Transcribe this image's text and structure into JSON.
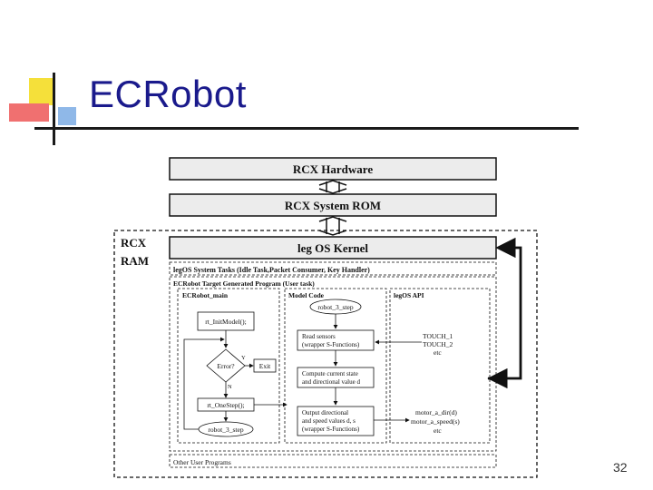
{
  "slide": {
    "title": "ECRobot",
    "slide_number": "32"
  },
  "diagram": {
    "hardware": "RCX Hardware",
    "rom": "RCX System ROM",
    "ram_label_1": "RCX",
    "ram_label_2": "RAM",
    "kernel": "leg OS Kernel",
    "system_tasks": "legOS System Tasks (Idle Task,Packet Consumer, Key Handler)",
    "target_program": "ECRobot Target Generated Program (User task)",
    "ecrobot_main": "ECRobot_main",
    "init_model": "rt_InitModel();",
    "error": "Error?",
    "yes": "Y",
    "no": "N",
    "exit": "Exit",
    "one_step": "rt_OneStep();",
    "robot_step_main": "robot_3_step",
    "model_code": "Model Code",
    "robot_step_model": "robot_3_step",
    "read_sensors_1": "Read sensors",
    "read_sensors_2": "(wrapper S-Functions)",
    "compute_1": "Compute current state",
    "compute_2": "and directional value d",
    "output_1": "Output directional",
    "output_2": "and speed values d, s",
    "output_3": "(wrapper S-Functions)",
    "legos_api": "legOS API",
    "touch_1": "TOUCH_1",
    "touch_2": "TOUCH_2",
    "etc_1": "etc",
    "motor_dir": "motor_a_dir(d)",
    "motor_speed": "motor_a_speed(s)",
    "etc_2": "etc",
    "other_programs": "Other User Programs"
  }
}
